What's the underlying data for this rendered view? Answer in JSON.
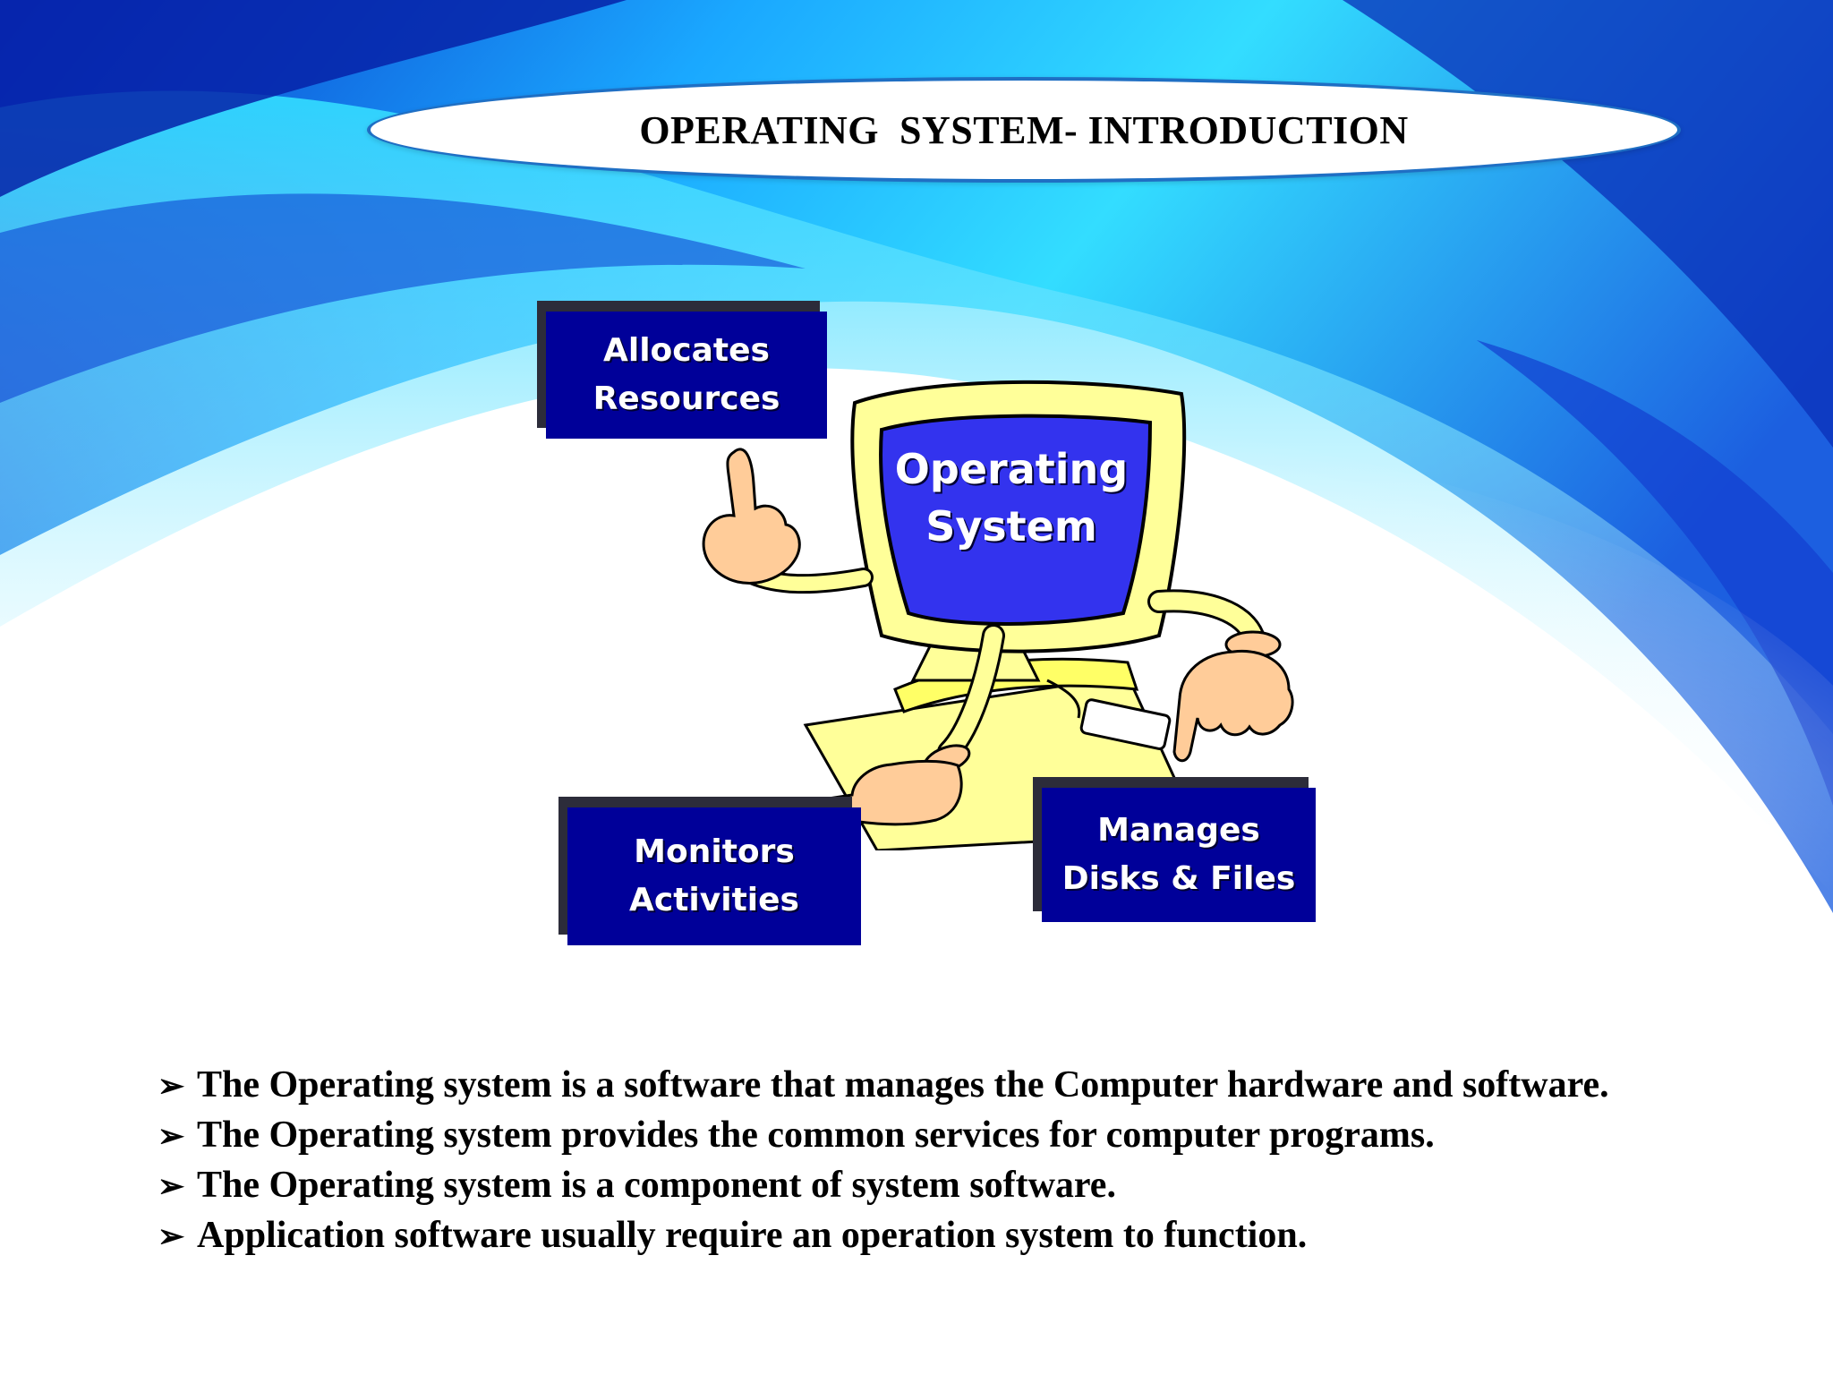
{
  "slide": {
    "title": "OPERATING  SYSTEM- INTRODUCTION"
  },
  "diagram": {
    "center_label_line1": "Operating",
    "center_label_line2": "System",
    "boxes": [
      {
        "line1": "Allocates",
        "line2": "Resources"
      },
      {
        "line1": "Monitors",
        "line2": "Activities"
      },
      {
        "line1": "Manages",
        "line2": "Disks & Files"
      }
    ],
    "colors": {
      "box_fill": "#000099",
      "screen_fill": "#3333ee",
      "body_fill": "#ffff99",
      "hand_fill": "#ffcc99"
    }
  },
  "bullets": {
    "marker": "➢",
    "items": [
      "The Operating system is a software that manages the Computer hardware and software.",
      "The Operating system provides the common services for computer programs.",
      "The Operating system is a component of system software.",
      "Application software usually require an operation system to function."
    ]
  }
}
